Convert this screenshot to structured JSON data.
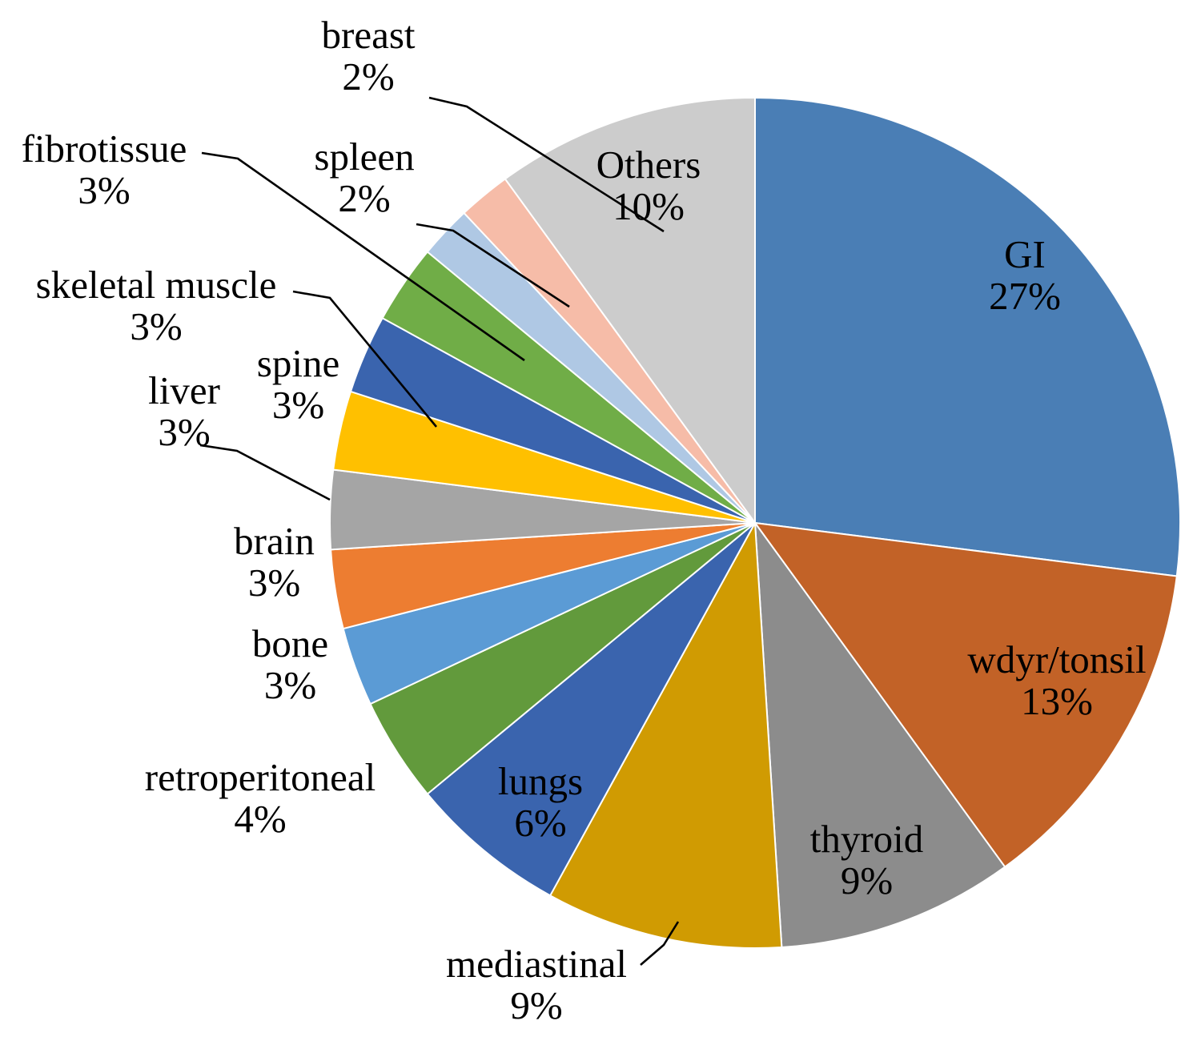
{
  "chart_data": {
    "type": "pie",
    "title": "",
    "labels": [
      "GI",
      "wdyr/tonsil",
      "thyroid",
      "mediastinal",
      "lungs",
      "retroperitoneal",
      "bone",
      "brain",
      "liver",
      "spine",
      "skeletal muscle",
      "fibrotissue",
      "spleen",
      "breast",
      "Others"
    ],
    "values": [
      27,
      13,
      9,
      9,
      6,
      4,
      3,
      3,
      3,
      3,
      3,
      3,
      2,
      2,
      10
    ],
    "value_suffix": "%",
    "start_angle_deg": 0,
    "direction": "clockwise",
    "legend": "none",
    "grid": false,
    "colors": [
      "#4A7EB5",
      "#C26227",
      "#8C8C8C",
      "#D09B02",
      "#3A64AE",
      "#629A3C",
      "#5B9BD5",
      "#ED7D31",
      "#A5A5A5",
      "#FFC000",
      "#3A64AE",
      "#70AD47",
      "#AFC8E4",
      "#F6BCA8",
      "#CCCCCC"
    ],
    "slices": [
      {
        "name": "GI",
        "value": 27,
        "value_text": "27%",
        "color": "#4A7EB5",
        "label_placement": "inside"
      },
      {
        "name": "wdyr/tonsil",
        "value": 13,
        "value_text": "13%",
        "color": "#C26227",
        "label_placement": "inside"
      },
      {
        "name": "thyroid",
        "value": 9,
        "value_text": "9%",
        "color": "#8C8C8C",
        "label_placement": "inside"
      },
      {
        "name": "mediastinal",
        "value": 9,
        "value_text": "9%",
        "color": "#D09B02",
        "label_placement": "outside"
      },
      {
        "name": "lungs",
        "value": 6,
        "value_text": "6%",
        "color": "#3A64AE",
        "label_placement": "inside"
      },
      {
        "name": "retroperitoneal",
        "value": 4,
        "value_text": "4%",
        "color": "#629A3C",
        "label_placement": "outside"
      },
      {
        "name": "bone",
        "value": 3,
        "value_text": "3%",
        "color": "#5B9BD5",
        "label_placement": "outside"
      },
      {
        "name": "brain",
        "value": 3,
        "value_text": "3%",
        "color": "#ED7D31",
        "label_placement": "outside"
      },
      {
        "name": "liver",
        "value": 3,
        "value_text": "3%",
        "color": "#A5A5A5",
        "label_placement": "outside"
      },
      {
        "name": "spine",
        "value": 3,
        "value_text": "3%",
        "color": "#FFC000",
        "label_placement": "outside"
      },
      {
        "name": "skeletal muscle",
        "value": 3,
        "value_text": "3%",
        "color": "#3A64AE",
        "label_placement": "outside"
      },
      {
        "name": "fibrotissue",
        "value": 3,
        "value_text": "3%",
        "color": "#70AD47",
        "label_placement": "outside"
      },
      {
        "name": "spleen",
        "value": 2,
        "value_text": "2%",
        "color": "#AFC8E4",
        "label_placement": "outside"
      },
      {
        "name": "breast",
        "value": 2,
        "value_text": "2%",
        "color": "#F6BCA8",
        "label_placement": "outside"
      },
      {
        "name": "Others",
        "value": 10,
        "value_text": "10%",
        "color": "#CCCCCC",
        "label_placement": "inside"
      }
    ]
  },
  "labels": {
    "gi": {
      "name": "GI",
      "value": "27%"
    },
    "wdyr_tonsil": {
      "name": "wdyr/tonsil",
      "value": "13%"
    },
    "thyroid": {
      "name": "thyroid",
      "value": "9%"
    },
    "mediastinal": {
      "name": "mediastinal",
      "value": "9%"
    },
    "lungs": {
      "name": "lungs",
      "value": "6%"
    },
    "retroperitoneal": {
      "name": "retroperitoneal",
      "value": "4%"
    },
    "bone": {
      "name": "bone",
      "value": "3%"
    },
    "brain": {
      "name": "brain",
      "value": "3%"
    },
    "liver": {
      "name": "liver",
      "value": "3%"
    },
    "spine": {
      "name": "spine",
      "value": "3%"
    },
    "skeletal_muscle": {
      "name": "skeletal muscle",
      "value": "3%"
    },
    "fibrotissue": {
      "name": "fibrotissue",
      "value": "3%"
    },
    "spleen": {
      "name": "spleen",
      "value": "2%"
    },
    "breast": {
      "name": "breast",
      "value": "2%"
    },
    "others": {
      "name": "Others",
      "value": "10%"
    }
  }
}
